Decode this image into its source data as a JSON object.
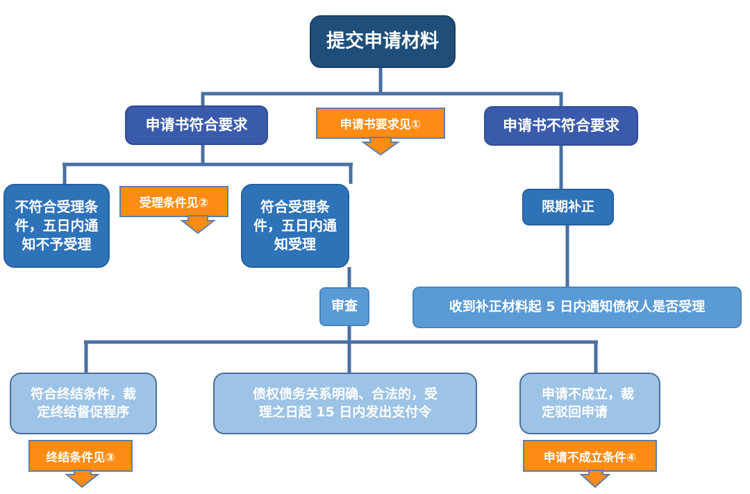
{
  "diagram": {
    "title_node": "提交申请材料",
    "level1": {
      "left": "申请书符合要求",
      "right": "申请书不符合要求",
      "note": "申请书要求见①"
    },
    "level2": {
      "reject": "不符合受理条件，五日内通知不予受理",
      "reject_lines": [
        "不符合受理条",
        "件，五日内通",
        "知不予受理"
      ],
      "accept_lines": [
        "符合受理条",
        "件，五日内通",
        "知受理"
      ],
      "note": "受理条件见②",
      "correct": "限期补正"
    },
    "level3": {
      "review": "审查",
      "correct_result": "收到补正材料起 5 日内通知债权人是否受理"
    },
    "level4": {
      "terminate_lines": [
        "符合终结条件，裁",
        "定终结督促程序"
      ],
      "payment_lines": [
        "债权债务关系明确、合法的，受",
        "理之日起 15 日内发出支付令"
      ],
      "dismiss_lines": [
        "申请不成立，裁",
        "定驳回申请"
      ],
      "terminate_note": "终结条件见③",
      "dismiss_note": "申请不成立条件④"
    },
    "colors": {
      "connector": "#4a70a0",
      "note_fill": "#fd8c14",
      "navy": "#1f4e79",
      "blue": "#3a5bab",
      "mid_blue": "#2e72b8",
      "light_blue": "#5b9bd5",
      "pale_blue": "#9dc3e6"
    }
  }
}
